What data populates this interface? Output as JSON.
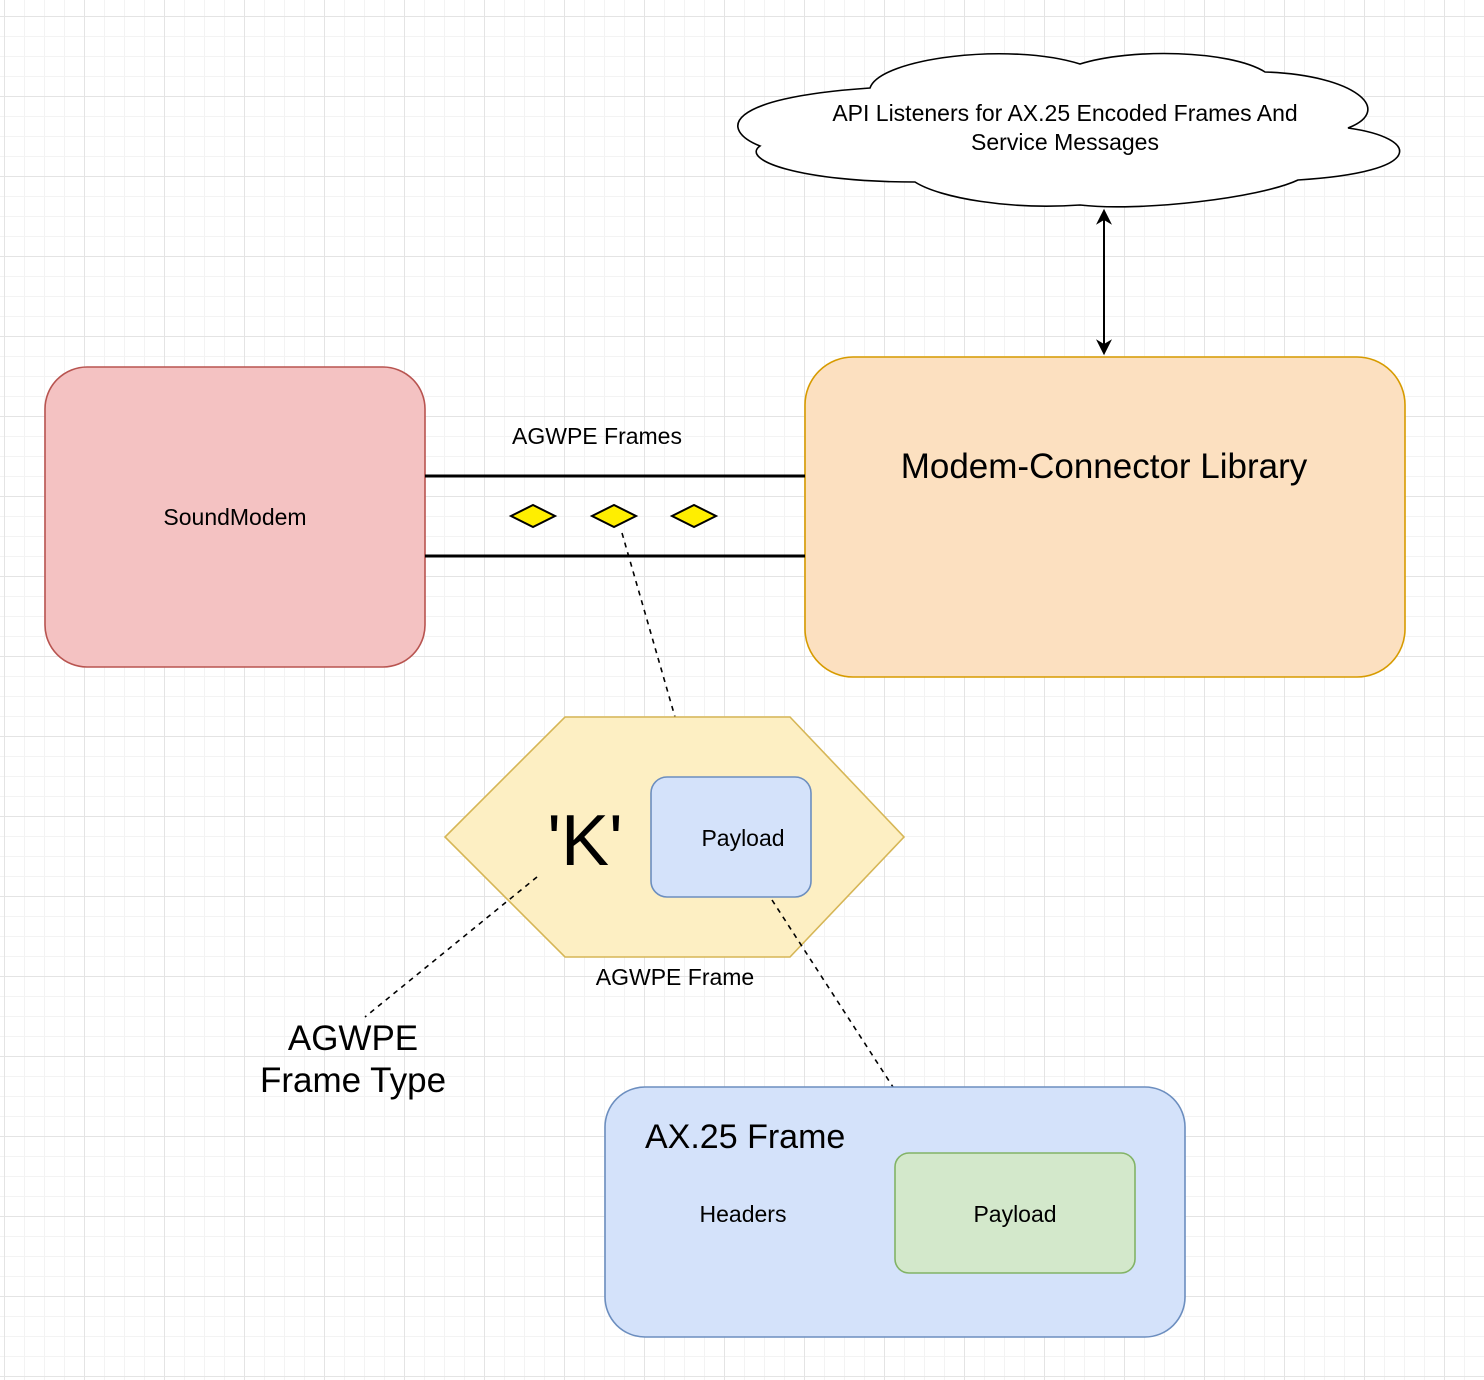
{
  "nodes": {
    "cloud": {
      "line1": "API Listeners for AX.25 Encoded Frames And",
      "line2": "Service Messages"
    },
    "soundmodem": {
      "label": "SoundModem",
      "fill": "#f4c2c2",
      "stroke": "#b85450"
    },
    "library": {
      "label": "Modem-Connector Library",
      "fill": "#fce0c0",
      "stroke": "#d79b00"
    },
    "channel": {
      "label": "AGWPE Frames",
      "token_color": "#ffee00"
    },
    "agwpe_frame": {
      "type_char": "'K'",
      "payload_label": "Payload",
      "caption": "AGWPE Frame",
      "fill": "#fdefc3",
      "stroke": "#d6b656"
    },
    "frame_type": {
      "line1": "AGWPE",
      "line2": "Frame Type"
    },
    "ax25_frame": {
      "title": "AX.25 Frame",
      "headers_label": "Headers",
      "payload_label": "Payload",
      "fill": "#d4e2fa",
      "stroke": "#6c8ebf",
      "payload_fill": "#d3e8cb",
      "payload_stroke": "#82b366"
    }
  }
}
